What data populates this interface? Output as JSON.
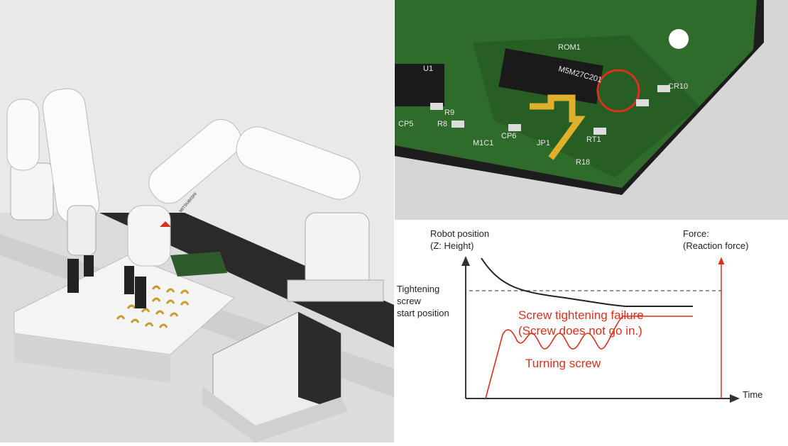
{
  "diagram": {
    "left_axis_label": [
      "Robot position",
      "(Z: Height)"
    ],
    "right_axis_label": [
      "Force:",
      "(Reaction force)"
    ],
    "reference_label": [
      "Tightening",
      "screw",
      "start position"
    ],
    "x_axis_label": "Time",
    "failure_label": [
      "Screw tightening failure",
      "(Screw does not go in.)"
    ],
    "turning_label": "Turning screw",
    "colors": {
      "position_curve": "#222222",
      "force_curve": "#d8321c",
      "reference_line": "#555555"
    }
  },
  "pcb_photo": {
    "silkscreen": [
      "ROM1",
      "M5M27C201",
      "U1",
      "R9",
      "R8",
      "CP5",
      "CP6",
      "JP1",
      "RT1",
      "R18",
      "M1C1",
      "CR10"
    ],
    "highlight_color": "#d8321c"
  },
  "robot_scene": {
    "brand_marking": "MITSUBISHI"
  }
}
